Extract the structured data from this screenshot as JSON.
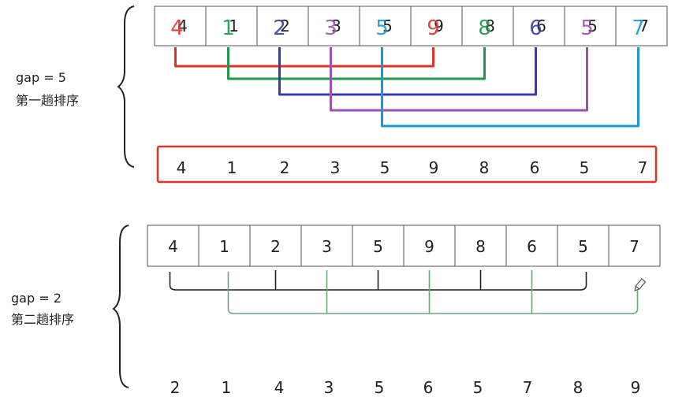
{
  "pass1": {
    "gap_label": "gap = 5",
    "title": "第一趟排序",
    "original": [
      "4",
      "1",
      "2",
      "3",
      "5",
      "9",
      "8",
      "6",
      "5",
      "7"
    ],
    "overlay": [
      "4",
      "1",
      "2",
      "3",
      "5",
      "9",
      "8",
      "6",
      "5",
      "7"
    ],
    "result": [
      "4",
      "1",
      "2",
      "3",
      "5",
      "9",
      "8",
      "6",
      "5",
      "7"
    ],
    "colors": [
      "#e0322a",
      "#1f9a4a",
      "#3a3aa8",
      "#a050b0",
      "#1b97d6"
    ]
  },
  "pass2": {
    "gap_label": "gap = 2",
    "title": "第二趟排序",
    "original": [
      "4",
      "1",
      "2",
      "3",
      "5",
      "9",
      "8",
      "6",
      "5",
      "7"
    ],
    "result": [
      "2",
      "1",
      "4",
      "3",
      "5",
      "6",
      "5",
      "7",
      "8",
      "9"
    ],
    "colors": [
      "#222222",
      "#6aa77e"
    ]
  },
  "highlight_color": "#e0322a"
}
